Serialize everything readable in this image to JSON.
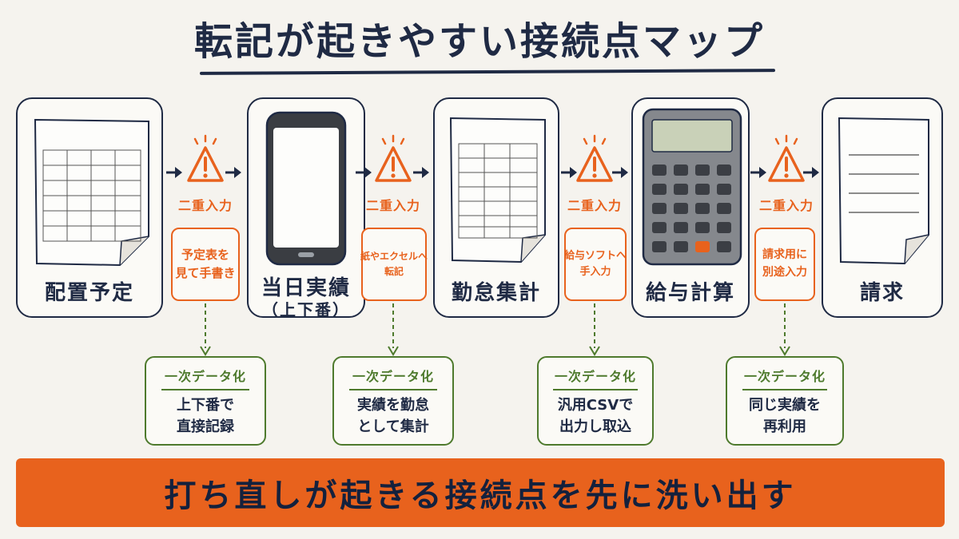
{
  "title": "転記が起きやすい接続点マップ",
  "steps": [
    {
      "label": "配置予定",
      "icon": "schedule-sheet-icon"
    },
    {
      "label": "当日実績",
      "sublabel": "（上下番）",
      "icon": "smartphone-icon"
    },
    {
      "label": "勤怠集計",
      "icon": "spreadsheet-icon"
    },
    {
      "label": "給与計算",
      "icon": "calculator-icon"
    },
    {
      "label": "請求",
      "icon": "invoice-document-icon"
    }
  ],
  "handoffs": [
    {
      "warning": "二重入力",
      "issue": [
        "予定表を",
        "見て手書き"
      ],
      "remedy_tag": "一次データ化",
      "remedy": [
        "上下番で",
        "直接記録"
      ]
    },
    {
      "warning": "二重入力",
      "issue": [
        "紙やエクセルへ",
        "転記"
      ],
      "remedy_tag": "一次データ化",
      "remedy": [
        "実績を勤怠",
        "として集計"
      ]
    },
    {
      "warning": "二重入力",
      "issue": [
        "給与ソフトへ",
        "手入力"
      ],
      "remedy_tag": "一次データ化",
      "remedy": [
        "汎用CSVで",
        "出力し取込"
      ]
    },
    {
      "warning": "二重入力",
      "issue": [
        "請求用に",
        "別途入力"
      ],
      "remedy_tag": "一次データ化",
      "remedy": [
        "同じ実績を",
        "再利用"
      ]
    }
  ],
  "banner": "打ち直しが起きる接続点を先に洗い出す",
  "colors": {
    "navy": "#1f2a44",
    "orange": "#e8621d",
    "green": "#4e7a2d",
    "background": "#f5f3ee"
  }
}
